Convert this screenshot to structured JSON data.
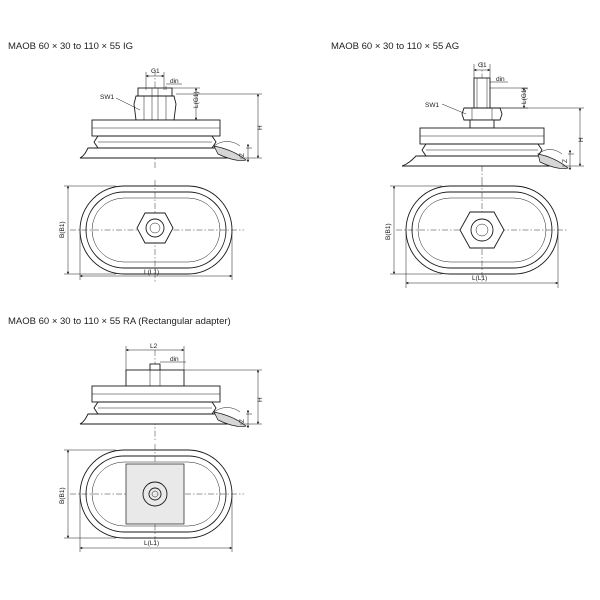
{
  "views": [
    {
      "id": "ig",
      "title": "MAOB 60 × 30 to 110 × 55 IG",
      "labels": {
        "g1": "G1",
        "din": "din",
        "lg1": "L(G1)",
        "sw1": "SW1",
        "h": "H",
        "z": "Z",
        "b": "B(B1)",
        "l": "L(L1)"
      }
    },
    {
      "id": "ag",
      "title": "MAOB 60 × 30 to 110 × 55 AG",
      "labels": {
        "g1": "G1",
        "din": "din",
        "lg1": "L(G1)",
        "sw1": "SW1",
        "h": "H",
        "z": "Z",
        "b": "B(B1)",
        "l": "L(L1)"
      }
    },
    {
      "id": "ra",
      "title": "MAOB 60 × 30 to 110 × 55 RA  (Rectangular adapter)",
      "labels": {
        "l2": "L2",
        "din": "din",
        "h": "H",
        "z": "Z",
        "b": "B(B1)",
        "l": "L(L1)"
      }
    }
  ]
}
